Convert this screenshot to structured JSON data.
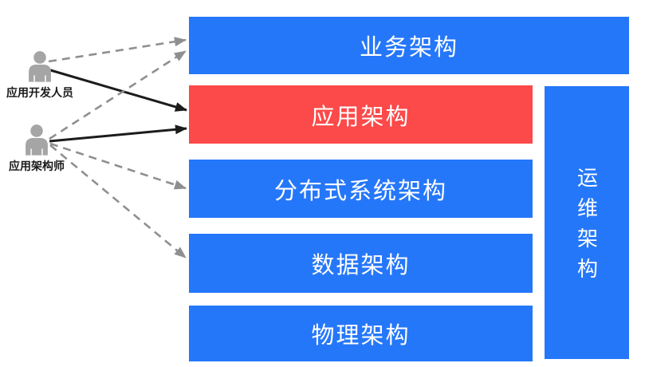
{
  "diagram": {
    "actors": [
      {
        "id": "developer",
        "label": "应用开发人员"
      },
      {
        "id": "architect",
        "label": "应用架构师"
      }
    ],
    "layers": [
      {
        "id": "business",
        "label": "业务架构",
        "color": "#2577fa"
      },
      {
        "id": "application",
        "label": "应用架构",
        "color": "#fc4949",
        "highlighted": true
      },
      {
        "id": "distributed",
        "label": "分布式系统架构",
        "color": "#2577fa"
      },
      {
        "id": "data",
        "label": "数据架构",
        "color": "#2577fa"
      },
      {
        "id": "physical",
        "label": "物理架构",
        "color": "#2577fa"
      }
    ],
    "side_layer": {
      "id": "operations",
      "label": "运维架构",
      "color": "#2577fa",
      "orientation": "vertical"
    },
    "edges": [
      {
        "from": "应用开发人员",
        "to": "业务架构",
        "style": "dashed"
      },
      {
        "from": "应用开发人员",
        "to": "应用架构",
        "style": "solid"
      },
      {
        "from": "应用架构师",
        "to": "业务架构",
        "style": "dashed"
      },
      {
        "from": "应用架构师",
        "to": "应用架构",
        "style": "solid"
      },
      {
        "from": "应用架构师",
        "to": "分布式系统架构",
        "style": "dashed"
      },
      {
        "from": "应用架构师",
        "to": "数据架构",
        "style": "dashed"
      }
    ],
    "colors": {
      "layer_blue": "#2577fa",
      "layer_red": "#fc4949",
      "edge_dashed": "#8f8f8f",
      "edge_solid": "#1c1c1c",
      "actor_icon": "#a5a5a5",
      "label_text": "#1a1a1a"
    }
  }
}
